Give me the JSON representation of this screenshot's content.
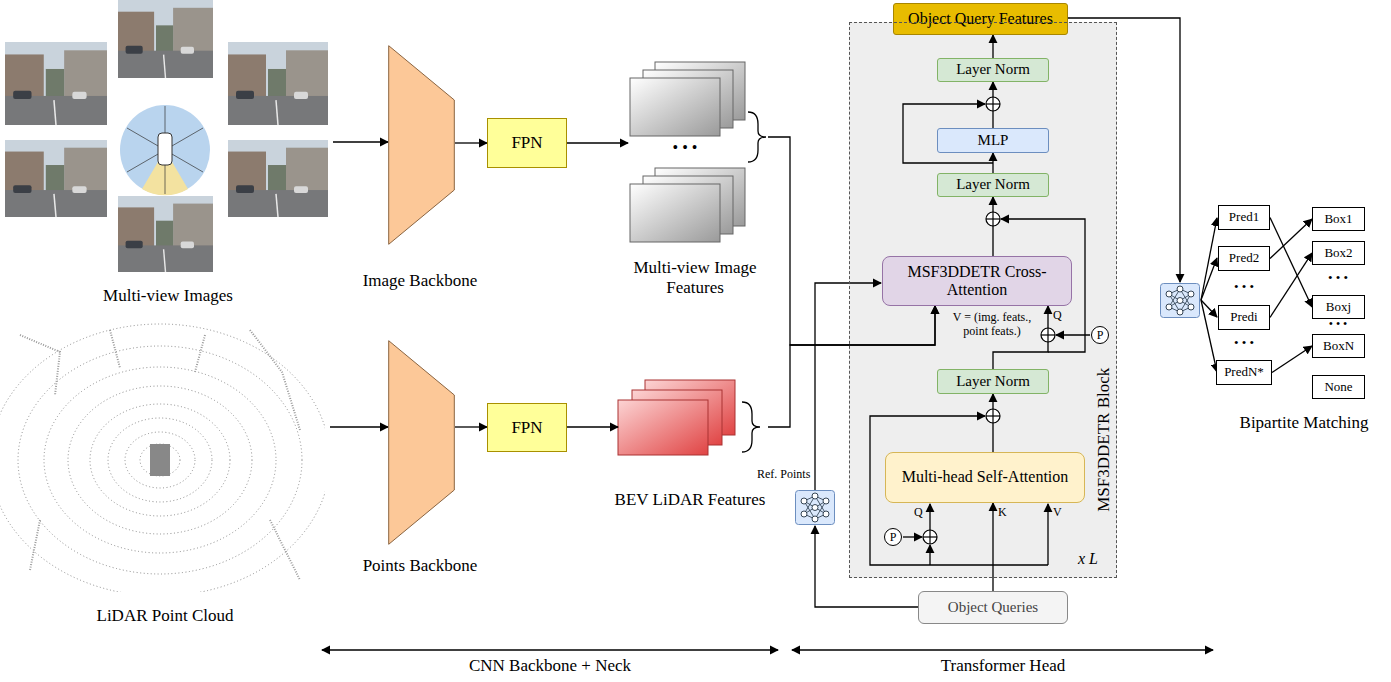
{
  "diagram": {
    "nodes": [
      {
        "text": [
          "Multi-view Images"
        ]
      },
      {
        "text": [
          "Image Backbone"
        ]
      },
      {
        "text": [
          "FPN"
        ]
      },
      {
        "text": [
          "Multi-view Image Features"
        ]
      },
      {
        "text": [
          "LiDAR Point Cloud"
        ]
      },
      {
        "text": [
          "Points Backbone"
        ]
      },
      {
        "text": [
          "FPN"
        ]
      },
      {
        "text": [
          "BEV LiDAR Features"
        ]
      },
      {
        "text": [
          "Object Query Features"
        ]
      },
      {
        "text": [
          "MSF3DDETR Block"
        ]
      },
      {
        "text": [
          "Layer Norm"
        ],
        "in": 9
      },
      {
        "text": [
          "MLP"
        ],
        "in": 9
      },
      {
        "text": [
          "Layer Norm"
        ],
        "in": 9
      },
      {
        "text": [
          "MSF3DDETR Cross-Attention"
        ],
        "in": 9
      },
      {
        "text": [
          "P"
        ],
        "in": 9
      },
      {
        "text": [
          "Layer Norm"
        ],
        "in": 9
      },
      {
        "text": [
          "Multi-head Self-Attention"
        ],
        "in": 9
      },
      {
        "text": [
          "P"
        ],
        "in": 9
      },
      {
        "text": [
          "Object Queries"
        ]
      },
      {
        "text": [
          "Pred1"
        ]
      },
      {
        "text": [
          "Pred2"
        ]
      },
      {
        "text": [
          "Predi"
        ]
      },
      {
        "text": [
          "PredN*"
        ]
      },
      {
        "text": [
          "Box1"
        ]
      },
      {
        "text": [
          "Box2"
        ]
      },
      {
        "text": [
          "Boxj"
        ]
      },
      {
        "text": [
          "BoxN"
        ]
      },
      {
        "text": [
          "None"
        ]
      }
    ],
    "edges": [
      {
        "from": 0,
        "to": 1,
        "arrow": "to"
      },
      {
        "from": 1,
        "to": 2,
        "arrow": "to"
      },
      {
        "from": 2,
        "to": 3,
        "arrow": "to"
      },
      {
        "from": 4,
        "to": 5,
        "arrow": "to"
      },
      {
        "from": 5,
        "to": 6,
        "arrow": "to"
      },
      {
        "from": 6,
        "to": 7,
        "arrow": "to"
      },
      {
        "from": 3,
        "to": 13,
        "arrow": "to"
      },
      {
        "from": 7,
        "to": 13,
        "arrow": "to"
      },
      {
        "from": 18,
        "to": 16,
        "arrow": "to"
      },
      {
        "from": 16,
        "to": 15,
        "arrow": "to"
      },
      {
        "from": 15,
        "to": 13,
        "arrow": "to"
      },
      {
        "from": 13,
        "to": 12,
        "arrow": "to"
      },
      {
        "from": 12,
        "to": 11,
        "arrow": "to"
      },
      {
        "from": 11,
        "to": 10,
        "arrow": "to"
      },
      {
        "from": 10,
        "to": 8,
        "arrow": "to"
      },
      {
        "from": 19,
        "to": 25,
        "arrow": "to"
      },
      {
        "from": 20,
        "to": 23,
        "arrow": "to"
      },
      {
        "from": 21,
        "to": 24,
        "arrow": "to"
      },
      {
        "from": 22,
        "to": 26,
        "arrow": "to"
      }
    ],
    "labels": [
      "• • •",
      "V = (img. feats., point feats.)",
      "Q",
      "Q",
      "K",
      "V",
      "x L",
      "Ref. Points",
      "• • •",
      "• • •",
      "• • •",
      "• • •",
      "Bipartite Matching",
      "CNN Backbone + Neck",
      "Transformer Head"
    ]
  }
}
